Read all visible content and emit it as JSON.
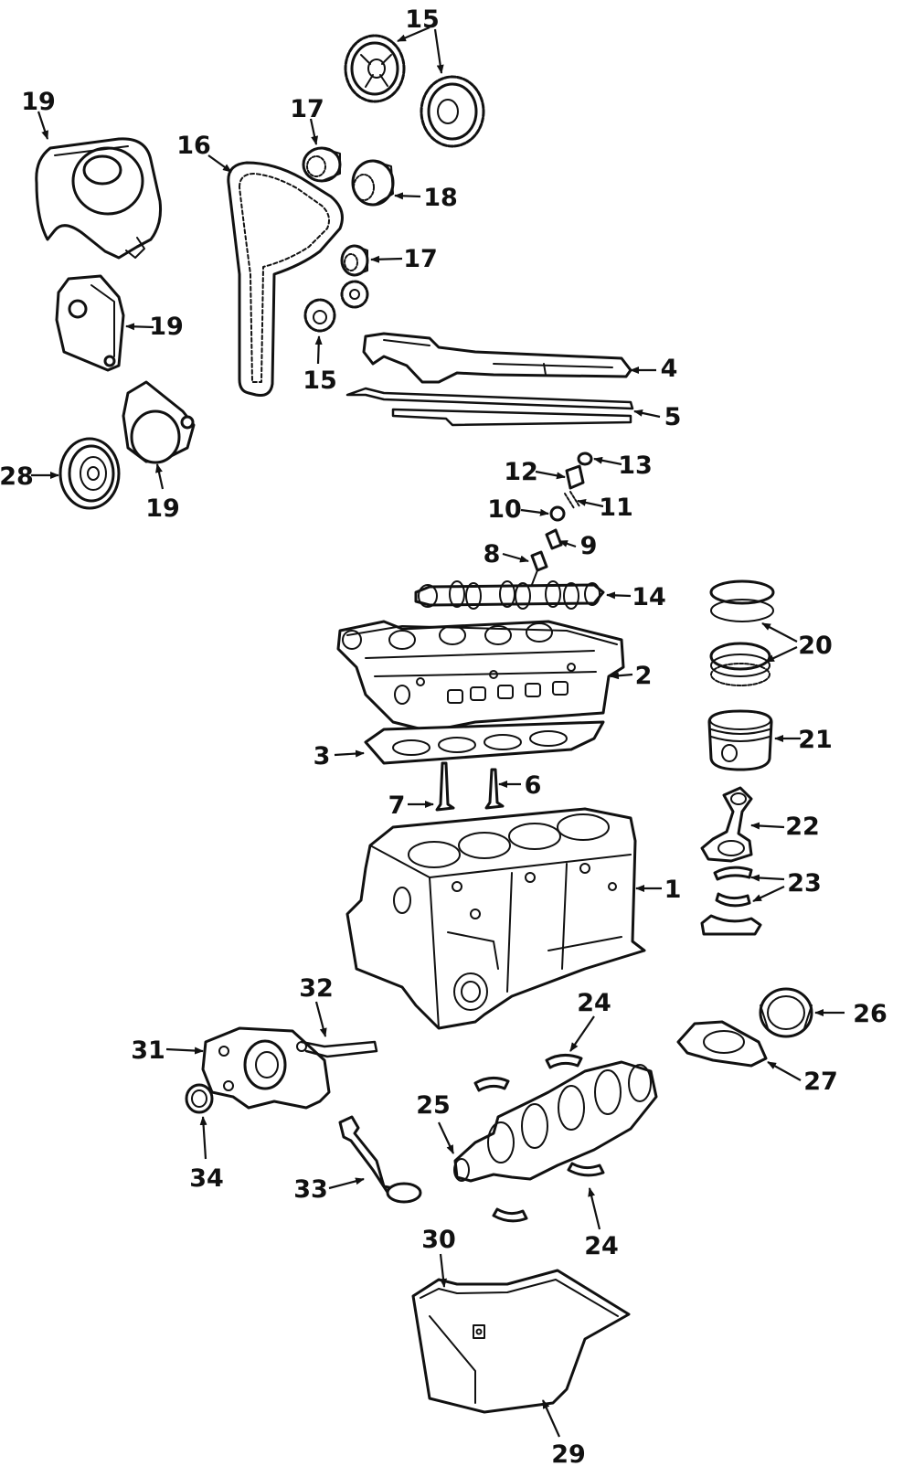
{
  "callouts": [
    {
      "id": "1",
      "text": "1"
    },
    {
      "id": "2",
      "text": "2"
    },
    {
      "id": "3",
      "text": "3"
    },
    {
      "id": "4",
      "text": "4"
    },
    {
      "id": "5",
      "text": "5"
    },
    {
      "id": "6",
      "text": "6"
    },
    {
      "id": "7",
      "text": "7"
    },
    {
      "id": "8",
      "text": "8"
    },
    {
      "id": "9",
      "text": "9"
    },
    {
      "id": "10",
      "text": "10"
    },
    {
      "id": "11",
      "text": "11"
    },
    {
      "id": "12",
      "text": "12"
    },
    {
      "id": "13",
      "text": "13"
    },
    {
      "id": "14",
      "text": "14"
    },
    {
      "id": "15a",
      "text": "15"
    },
    {
      "id": "15b",
      "text": "15"
    },
    {
      "id": "16",
      "text": "16"
    },
    {
      "id": "17a",
      "text": "17"
    },
    {
      "id": "17b",
      "text": "17"
    },
    {
      "id": "18",
      "text": "18"
    },
    {
      "id": "19a",
      "text": "19"
    },
    {
      "id": "19b",
      "text": "19"
    },
    {
      "id": "19c",
      "text": "19"
    },
    {
      "id": "20",
      "text": "20"
    },
    {
      "id": "21",
      "text": "21"
    },
    {
      "id": "22",
      "text": "22"
    },
    {
      "id": "23",
      "text": "23"
    },
    {
      "id": "24a",
      "text": "24"
    },
    {
      "id": "24b",
      "text": "24"
    },
    {
      "id": "25",
      "text": "25"
    },
    {
      "id": "26",
      "text": "26"
    },
    {
      "id": "27",
      "text": "27"
    },
    {
      "id": "28",
      "text": "28"
    },
    {
      "id": "29",
      "text": "29"
    },
    {
      "id": "30",
      "text": "30"
    },
    {
      "id": "31",
      "text": "31"
    },
    {
      "id": "32",
      "text": "32"
    },
    {
      "id": "33",
      "text": "33"
    },
    {
      "id": "34",
      "text": "34"
    }
  ],
  "colors": {
    "ink": "#111111",
    "paper": "#ffffff"
  }
}
